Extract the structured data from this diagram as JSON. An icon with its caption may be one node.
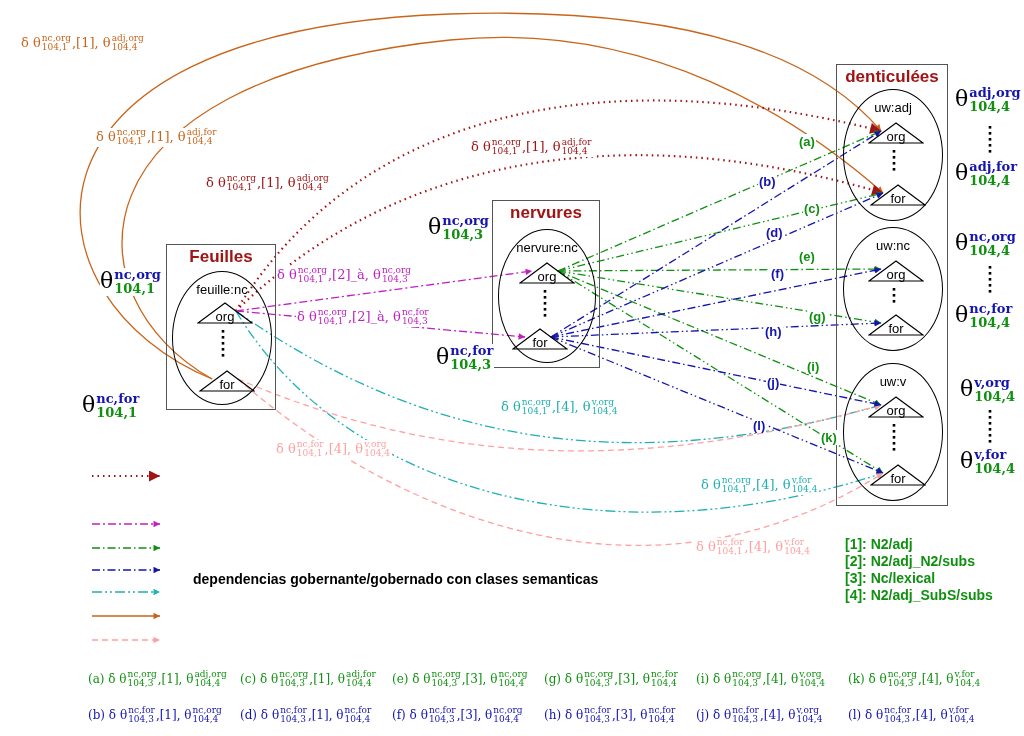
{
  "diagram": {
    "nodes": [
      {
        "text": [
          "Feuilles"
        ]
      },
      {
        "text": [
          "feuille:nc"
        ],
        "in": 0
      },
      {
        "text": [
          "org"
        ],
        "in": 1,
        "beside": [
          "θ$^{nc,org}$$_{104,1}$"
        ]
      },
      {
        "text": [
          "for"
        ],
        "in": 1,
        "beside": [
          "θ$^{nc,for}$$_{104,1}$"
        ]
      },
      {
        "text": [
          "nervures"
        ]
      },
      {
        "text": [
          "nervure:nc"
        ],
        "in": 4
      },
      {
        "text": [
          "org"
        ],
        "in": 5,
        "beside": [
          "θ$^{nc,org}$$_{104,3}$"
        ]
      },
      {
        "text": [
          "for"
        ],
        "in": 5,
        "beside": [
          "θ$^{nc,for}$$_{104,3}$"
        ]
      },
      {
        "text": [
          "denticulées"
        ]
      },
      {
        "text": [
          "uw:adj"
        ],
        "in": 8
      },
      {
        "text": [
          "org"
        ],
        "in": 9,
        "beside": [
          "θ$^{adj,org}$$_{104,4}$"
        ]
      },
      {
        "text": [
          "for"
        ],
        "in": 9,
        "beside": [
          "θ$^{adj,for}$$_{104,4}$"
        ]
      },
      {
        "text": [
          "uw:nc"
        ],
        "in": 8
      },
      {
        "text": [
          "org"
        ],
        "in": 12,
        "beside": [
          "θ$^{nc,org}$$_{104,4}$"
        ]
      },
      {
        "text": [
          "for"
        ],
        "in": 12,
        "beside": [
          "θ$^{nc,for}$$_{104,4}$"
        ]
      },
      {
        "text": [
          "uw:v"
        ],
        "in": 8
      },
      {
        "text": [
          "org"
        ],
        "in": 15,
        "beside": [
          "θ$^{v,org}$$_{104,4}$"
        ]
      },
      {
        "text": [
          "for"
        ],
        "in": 15,
        "beside": [
          "θ$^{v,for}$$_{104,4}$"
        ]
      }
    ],
    "edges": [
      {
        "from": 3,
        "to": 10,
        "arrow": "to",
        "color": "#c8651b",
        "label": "δ θ$^{nc,org}$$_{104,1}$,[1], θ$^{adj,org}$$_{104,4}$"
      },
      {
        "from": 3,
        "to": 11,
        "arrow": "to",
        "color": "#c8651b",
        "label": "δ θ$^{nc,org}$$_{104,1}$,[1], θ$^{adj,for}$$_{104,4}$"
      },
      {
        "from": 2,
        "to": 10,
        "arrow": "to",
        "style": "dashed",
        "color": "#a01414",
        "label": "δ θ$^{nc,org}$$_{104,1}$,[1], θ$^{adj,org}$$_{104,4}$"
      },
      {
        "from": 2,
        "to": 11,
        "arrow": "to",
        "style": "dashed",
        "color": "#a01414",
        "label": "δ θ$^{nc,org}$$_{104,1}$,[1], θ$^{adj,for}$$_{104,4}$"
      },
      {
        "from": 2,
        "to": 6,
        "arrow": "to",
        "style": "dashed",
        "color": "#c020c0",
        "label": "δ θ$^{nc,org}$$_{104,1}$,[2]_à, θ$^{nc,org}$$_{104,3}$"
      },
      {
        "from": 2,
        "to": 7,
        "arrow": "to",
        "style": "dashed",
        "color": "#c020c0",
        "label": "δ θ$^{nc,org}$$_{104,1}$,[2]_à, θ$^{nc,for}$$_{104,3}$"
      },
      {
        "from": 2,
        "to": 16,
        "arrow": "to",
        "style": "dashed",
        "color": "#20b0b0",
        "label": "δ θ$^{nc,org}$$_{104,1}$,[4], θ$^{v,org}$$_{104,4}$"
      },
      {
        "from": 2,
        "to": 17,
        "arrow": "to",
        "style": "dashed",
        "color": "#20b0b0",
        "label": "δ θ$^{nc,org}$$_{104,1}$,[4], θ$^{v,for}$$_{104,4}$"
      },
      {
        "from": 3,
        "to": 16,
        "arrow": "to",
        "style": "dashed",
        "color": "#ffa0a0",
        "label": "δ θ$^{nc,for}$$_{104,1}$,[4], θ$^{v,org}$$_{104,4}$"
      },
      {
        "from": 3,
        "to": 17,
        "arrow": "to",
        "style": "dashed",
        "color": "#ffa0a0",
        "label": "δ θ$^{nc,for}$$_{104,1}$,[4], θ$^{v,for}$$_{104,4}$"
      },
      {
        "from": 6,
        "to": 10,
        "arrow": "to",
        "style": "dashed",
        "color": "#109010",
        "label": "(a)"
      },
      {
        "from": 6,
        "to": 11,
        "arrow": "to",
        "style": "dashed",
        "color": "#109010",
        "label": "(c)"
      },
      {
        "from": 6,
        "to": 13,
        "arrow": "to",
        "style": "dashed",
        "color": "#109010",
        "label": "(e)"
      },
      {
        "from": 6,
        "to": 14,
        "arrow": "to",
        "style": "dashed",
        "color": "#109010",
        "label": "(g)"
      },
      {
        "from": 6,
        "to": 16,
        "arrow": "to",
        "style": "dashed",
        "color": "#109010",
        "label": "(i)"
      },
      {
        "from": 6,
        "to": 17,
        "arrow": "to",
        "style": "dashed",
        "color": "#109010",
        "label": "(k)"
      },
      {
        "from": 7,
        "to": 10,
        "arrow": "to",
        "style": "dashed",
        "color": "#1414b0",
        "label": "(b)"
      },
      {
        "from": 7,
        "to": 11,
        "arrow": "to",
        "style": "dashed",
        "color": "#1414b0",
        "label": "(d)"
      },
      {
        "from": 7,
        "to": 13,
        "arrow": "to",
        "style": "dashed",
        "color": "#1414b0",
        "label": "(f)"
      },
      {
        "from": 7,
        "to": 14,
        "arrow": "to",
        "style": "dashed",
        "color": "#1414b0",
        "label": "(h)"
      },
      {
        "from": 7,
        "to": 16,
        "arrow": "to",
        "style": "dashed",
        "color": "#1414b0",
        "label": "(j)"
      },
      {
        "from": 7,
        "to": 17,
        "arrow": "to",
        "style": "dashed",
        "color": "#1414b0",
        "label": "(l)"
      }
    ],
    "labels": [
      "dependencias gobernante/gobernado con clases semanticas",
      "[1]: N2/adj",
      "[2]: N2/adj_N2/subs",
      "[3]: Nc/lexical",
      "[4]: N2/adj_SubS/subs",
      "(a) δ θ$^{nc,org}$$_{104,3}$,[1], θ$^{adj,org}$$_{104,4}$",
      "(c) δ θ$^{nc,org}$$_{104,3}$,[1], θ$^{adj,for}$$_{104,4}$",
      "(e) δ θ$^{nc,org}$$_{104,3}$,[3], θ$^{nc,org}$$_{104,4}$",
      "(g) δ θ$^{nc,org}$$_{104,3}$,[3], θ$^{nc,for}$$_{104,4}$",
      "(i) δ θ$^{nc,org}$$_{104,3}$,[4], θ$^{v,org}$$_{104,4}$",
      "(k) δ θ$^{nc,org}$$_{104,3}$,[4], θ$^{v,for}$$_{104,4}$",
      "(b) δ θ$^{nc,for}$$_{104,3}$,[1], θ$^{nc,org}$$_{104,4}$",
      "(d) δ θ$^{nc,for}$$_{104,3}$,[1], θ$^{nc,for}$$_{104,4}$",
      "(f) δ θ$^{nc,for}$$_{104,3}$,[3], θ$^{nc,org}$$_{104,4}$",
      "(h) δ θ$^{nc,for}$$_{104,3}$,[3], θ$^{nc,for}$$_{104,4}$",
      "(j) δ θ$^{nc,for}$$_{104,3}$,[4], θ$^{v,org}$$_{104,4}$",
      "(l) δ θ$^{nc,for}$$_{104,3}$,[4], θ$^{v,for}$$_{104,4}$"
    ]
  }
}
